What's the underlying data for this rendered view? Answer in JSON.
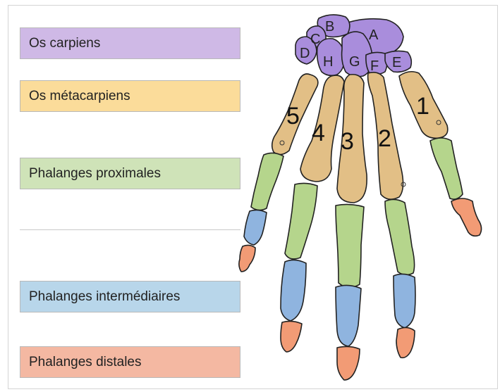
{
  "legend": {
    "carpals": {
      "label": "Os carpiens",
      "color": "#cfb9e6"
    },
    "metacarpals": {
      "label": "Os métacarpiens",
      "color": "#fbdc9a"
    },
    "proximal": {
      "label": "Phalanges proximales",
      "color": "#cfe3b8"
    },
    "intermediate": {
      "label": "Phalanges intermédiaires",
      "color": "#b8d6ea"
    },
    "distal": {
      "label": "Phalanges distales",
      "color": "#f4b8a2"
    }
  },
  "carpal_labels": {
    "a": "A",
    "b": "B",
    "c": "C",
    "d": "D",
    "e": "E",
    "f": "F",
    "g": "G",
    "h": "H"
  },
  "finger_numbers": {
    "f1": "1",
    "f2": "2",
    "f3": "3",
    "f4": "4",
    "f5": "5"
  },
  "bone_colors": {
    "carpal": "#a98ddc",
    "metacarpal": "#e2bf86",
    "proximal": "#b5d58c",
    "intermediate": "#8fb4df",
    "distal": "#f29b75",
    "outline": "#222222"
  }
}
